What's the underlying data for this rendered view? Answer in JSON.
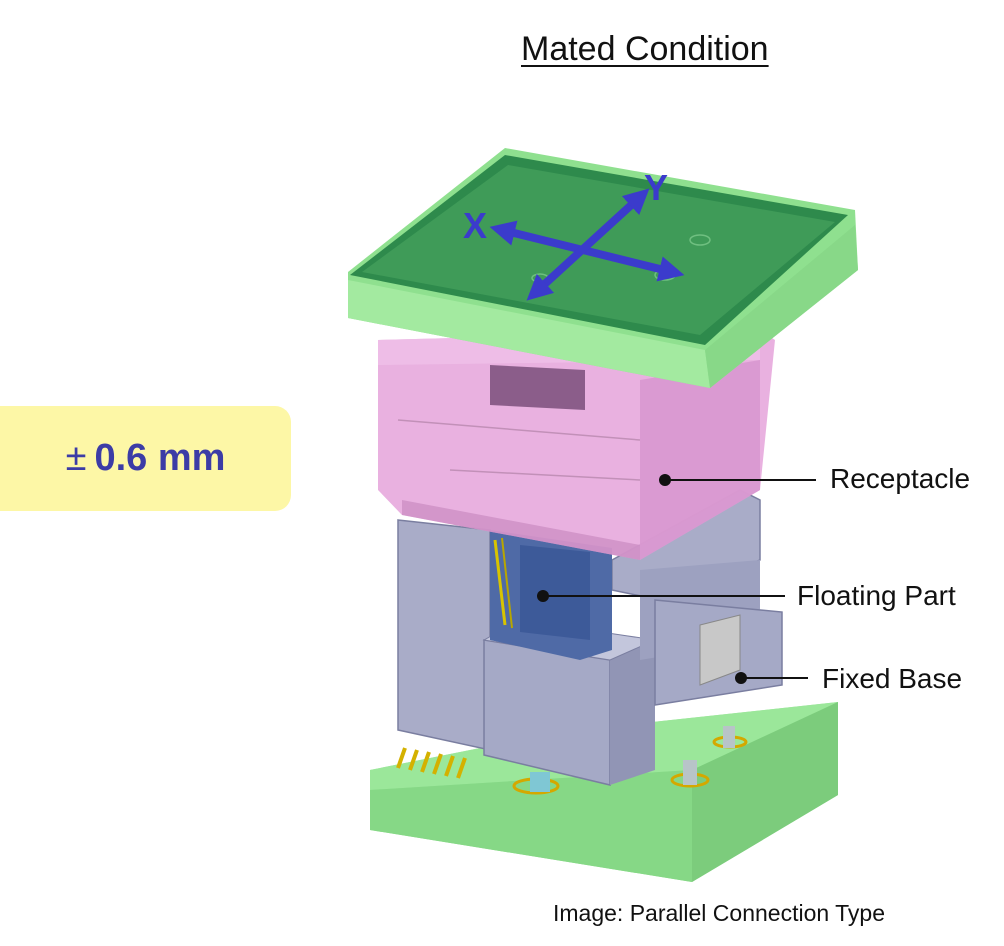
{
  "title": "Mated Condition",
  "tolerance": {
    "symbol": "±",
    "value": "0.6 mm"
  },
  "axes": {
    "x": "X",
    "y": "Y"
  },
  "callouts": [
    {
      "label": "Receptacle"
    },
    {
      "label": "Floating Part"
    },
    {
      "label": "Fixed Base"
    }
  ],
  "caption": "Image: Parallel Connection Type",
  "colors": {
    "pcb": "#8fe08f",
    "receptacle": "#e6a6dc",
    "housing": "#a9acc8",
    "floating": "#4f6aa6",
    "arrows": "#3b3bcc",
    "badge": "#fdf7a6"
  }
}
